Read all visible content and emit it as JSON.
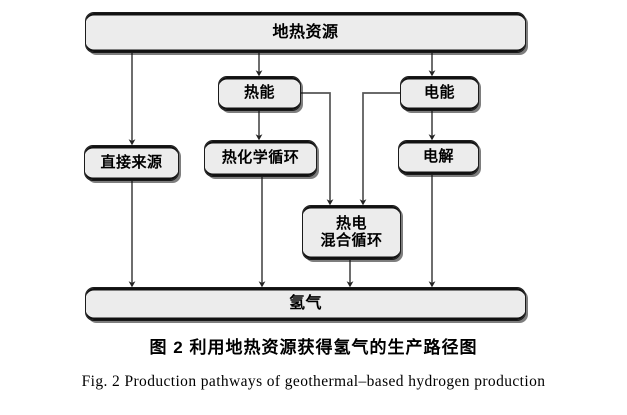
{
  "figure": {
    "caption_zh": "图 2   利用地热资源获得氢气的生产路径图",
    "caption_en": "Fig. 2   Production pathways of geothermal–based hydrogen production",
    "colors": {
      "node_fill": "#ececec",
      "node_stroke": "#1b1b1b",
      "connector": "#444444",
      "background": "#ffffff",
      "text": "#000000"
    }
  },
  "nodes": {
    "geothermal": {
      "label": "地热资源"
    },
    "direct": {
      "label": "直接来源"
    },
    "heat": {
      "label": "热能"
    },
    "thermochemical": {
      "label": "热化学循环"
    },
    "hybrid": {
      "label": "热电\n混合循环"
    },
    "electric": {
      "label": "电能"
    },
    "electrolysis": {
      "label": "电解"
    },
    "hydrogen": {
      "label": "氢气"
    }
  },
  "edges": [
    {
      "from": "geothermal",
      "to": "direct",
      "style": "straight-down"
    },
    {
      "from": "geothermal",
      "to": "heat",
      "style": "straight-down"
    },
    {
      "from": "geothermal",
      "to": "electric",
      "style": "straight-down"
    },
    {
      "from": "direct",
      "to": "hydrogen",
      "style": "straight-down"
    },
    {
      "from": "heat",
      "to": "thermochemical",
      "style": "straight-down"
    },
    {
      "from": "heat",
      "to": "hybrid",
      "style": "right-then-down"
    },
    {
      "from": "thermochemical",
      "to": "hydrogen",
      "style": "straight-down"
    },
    {
      "from": "hybrid",
      "to": "hydrogen",
      "style": "straight-down"
    },
    {
      "from": "electric",
      "to": "electrolysis",
      "style": "straight-down"
    },
    {
      "from": "electric",
      "to": "hybrid",
      "style": "left-then-down"
    },
    {
      "from": "electrolysis",
      "to": "hydrogen",
      "style": "straight-down"
    }
  ]
}
